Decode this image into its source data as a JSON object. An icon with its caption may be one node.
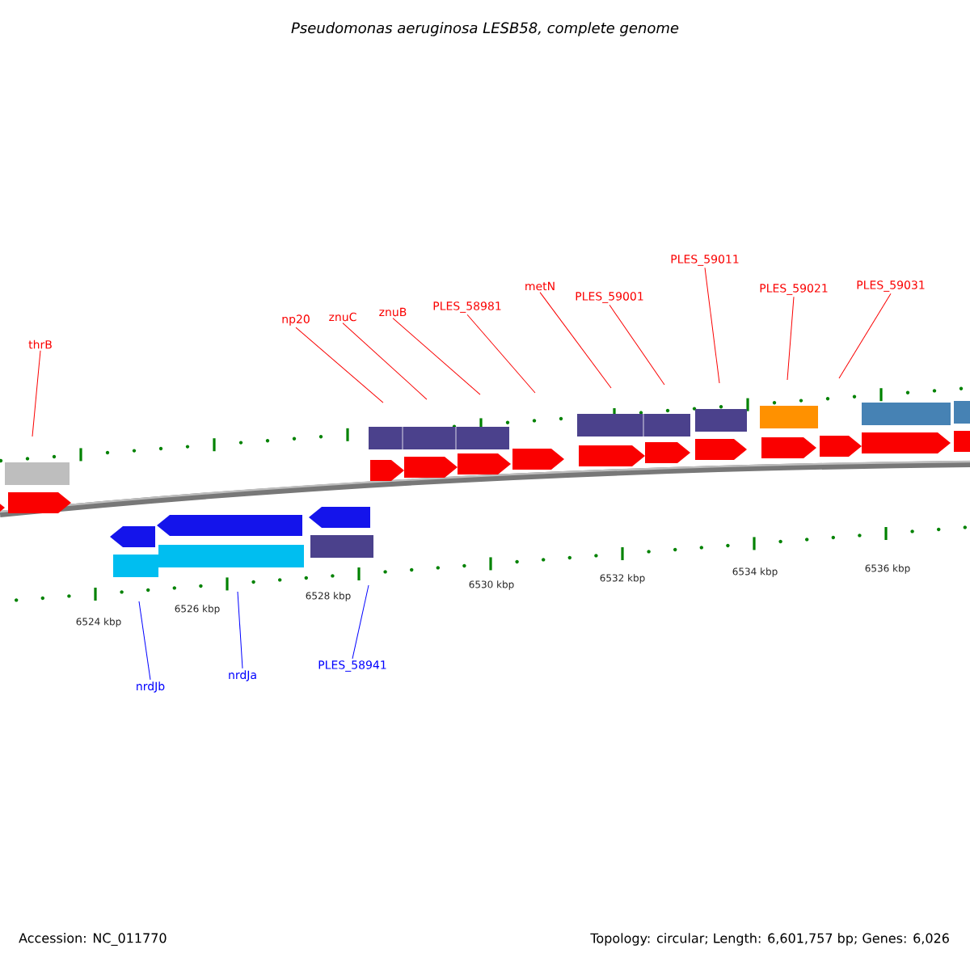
{
  "diagram": {
    "title": "*Pseudomonas aeruginosa* *LESB58, complete genome*",
    "nodes": [
      {
        "text": [
          "thrB"
        ]
      },
      {
        "text": [
          "np20"
        ]
      },
      {
        "text": [
          "znuC"
        ]
      },
      {
        "text": [
          "znuB"
        ]
      },
      {
        "text": [
          "PLES_58981"
        ]
      },
      {
        "text": [
          "metN"
        ]
      },
      {
        "text": [
          "PLES_59001"
        ]
      },
      {
        "text": [
          "PLES_59011"
        ]
      },
      {
        "text": [
          "PLES_59021"
        ]
      },
      {
        "text": [
          "PLES_59031"
        ]
      },
      {
        "text": [
          "nrdJb"
        ]
      },
      {
        "text": [
          "nrdJa"
        ]
      },
      {
        "text": [
          "PLES_58941"
        ]
      }
    ],
    "edges": [
      {
        "from": 0,
        "to": null,
        "arrow": "none"
      },
      {
        "from": 1,
        "to": null,
        "arrow": "none"
      },
      {
        "from": 2,
        "to": null,
        "arrow": "none"
      },
      {
        "from": 3,
        "to": null,
        "arrow": "none"
      },
      {
        "from": 4,
        "to": null,
        "arrow": "none"
      },
      {
        "from": 5,
        "to": null,
        "arrow": "none"
      },
      {
        "from": 6,
        "to": null,
        "arrow": "none"
      },
      {
        "from": 7,
        "to": null,
        "arrow": "none"
      },
      {
        "from": 8,
        "to": null,
        "arrow": "none"
      },
      {
        "from": 9,
        "to": null,
        "arrow": "none"
      },
      {
        "from": 10,
        "to": null,
        "arrow": "none",
        "color": "#0000ff"
      },
      {
        "from": 11,
        "to": null,
        "arrow": "none",
        "color": "#0000ff"
      },
      {
        "from": 12,
        "to": null,
        "arrow": "none",
        "color": "#0000ff"
      }
    ],
    "labels": [
      "6524 kbp",
      "6526 kbp",
      "6528 kbp",
      "6530 kbp",
      "6532 kbp",
      "6534 kbp",
      "6536 kbp",
      "Accession: NC_011770",
      "Topology: circular; Length: 6,601,757 bp; Genes: 6,026"
    ]
  }
}
